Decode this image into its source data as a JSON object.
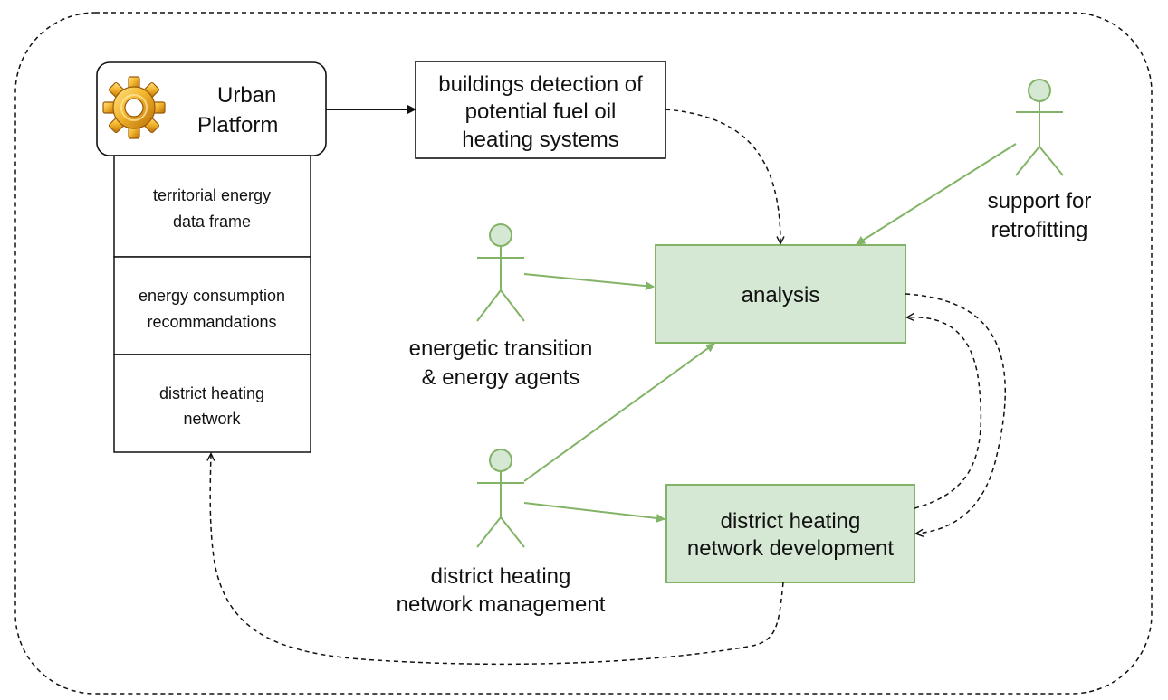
{
  "platform": {
    "title_line1": "Urban",
    "title_line2": "Platform",
    "icon": "gear-icon",
    "modules": [
      {
        "line1": "territorial energy",
        "line2": "data frame"
      },
      {
        "line1": "energy consumption",
        "line2": "recommandations"
      },
      {
        "line1": "district heating",
        "line2": "network"
      }
    ]
  },
  "detection_box": {
    "line1": "buildings detection of",
    "line2": "potential fuel oil",
    "line3": "heating systems"
  },
  "analysis_box": {
    "label": "analysis"
  },
  "development_box": {
    "line1": "district heating",
    "line2": "network development"
  },
  "actors": {
    "retrofitting": {
      "line1": "support for",
      "line2": "retrofitting"
    },
    "energy_agents": {
      "line1": "energetic transition",
      "line2": "& energy agents"
    },
    "network_management": {
      "line1": "district heating",
      "line2": "network management"
    }
  },
  "colors": {
    "accent_green": "#82b366",
    "fill_green": "#d5e8d4",
    "outline": "#111111"
  }
}
